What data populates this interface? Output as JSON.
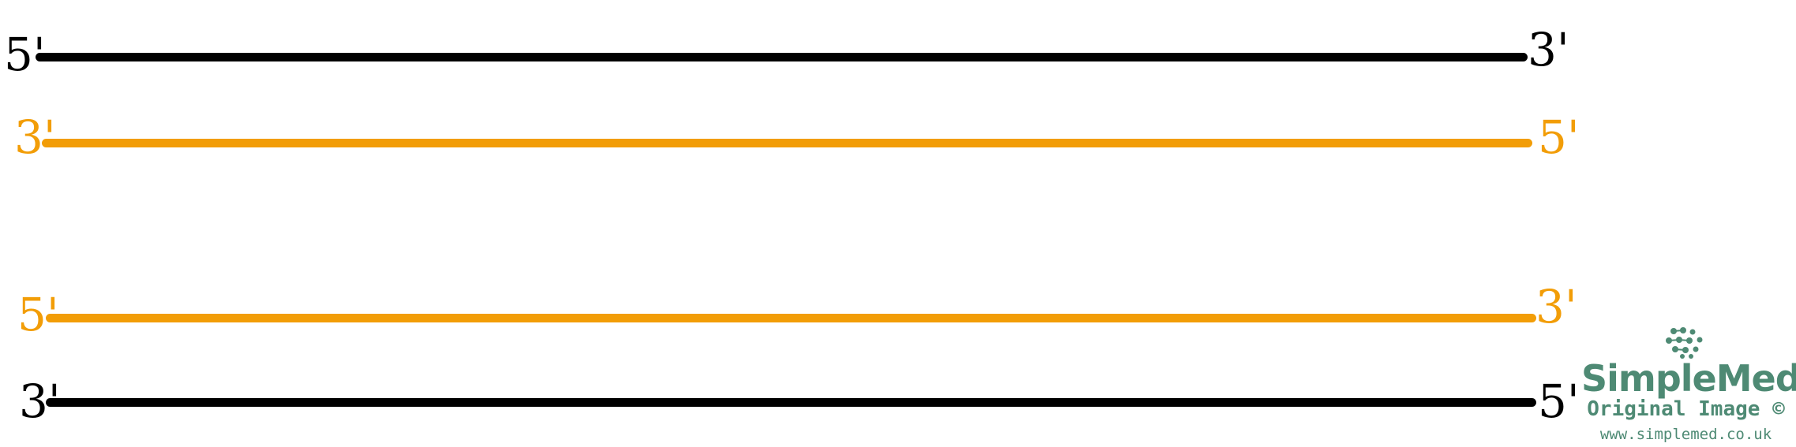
{
  "colors": {
    "template_strand": "#000000",
    "new_strand": "#f29d07",
    "brand": "#4e8a74"
  },
  "strands": [
    {
      "id": "top-parent",
      "color": "#000000",
      "left_label": "5'",
      "right_label": "3'"
    },
    {
      "id": "top-daughter",
      "color": "#f29d07",
      "left_label": "3'",
      "right_label": "5'"
    },
    {
      "id": "bottom-daughter",
      "color": "#f29d07",
      "left_label": "5'",
      "right_label": "3'"
    },
    {
      "id": "bottom-parent",
      "color": "#000000",
      "left_label": "3'",
      "right_label": "5'"
    }
  ],
  "branding": {
    "logo_icon": "molecule-dots-icon",
    "name": "SimpleMed",
    "subtitle": "Original Image ©",
    "url": "www.simplemed.co.uk"
  }
}
